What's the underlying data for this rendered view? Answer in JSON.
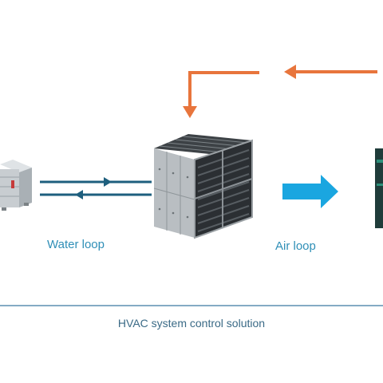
{
  "diagram": {
    "water_loop_label": "Water loop",
    "air_loop_label": "Air loop",
    "caption": "HVAC system control solution"
  },
  "colors": {
    "water_arrows": "#1e5f7e",
    "airflow_arrow": "#1aa6e0",
    "return_air_arrows": "#e8753c",
    "label_text": "#2f8fb7",
    "caption_text": "#3a6a86",
    "divider": "#5c8fb0"
  },
  "icons": {
    "chiller": "chiller-unit-icon",
    "air_handler": "air-handling-unit-icon",
    "served_equipment": "cabinet-unit-icon"
  }
}
